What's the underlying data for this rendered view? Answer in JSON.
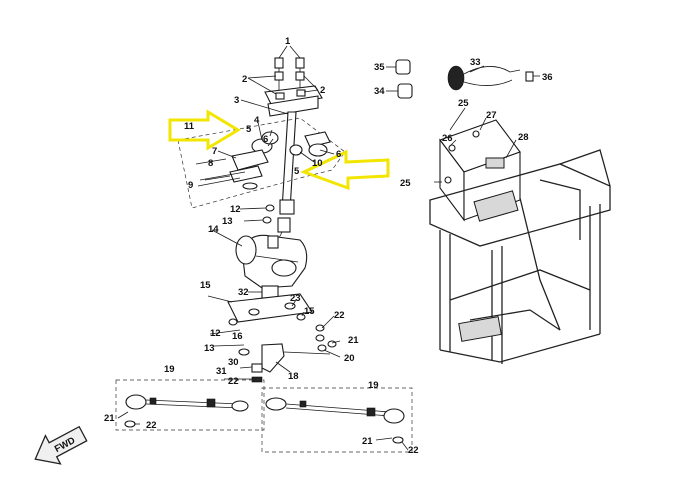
{
  "diagram": {
    "callouts": {
      "c1": "1",
      "c2a": "2",
      "c2b": "2",
      "c3": "3",
      "c4": "4",
      "c5a": "5",
      "c5b": "5",
      "c6a": "6",
      "c6b": "6",
      "c7": "7",
      "c8": "8",
      "c9": "9",
      "c10": "10",
      "c11": "11",
      "c12a": "12",
      "c12b": "12",
      "c13a": "13",
      "c13b": "13",
      "c14": "14",
      "c15a": "15",
      "c15b": "15",
      "c16": "16",
      "c18": "18",
      "c19a": "19",
      "c19b": "19",
      "c20": "20",
      "c21a": "21",
      "c21b": "21",
      "c21c": "21",
      "c22a": "22",
      "c22b": "22",
      "c22c": "22",
      "c22d": "22",
      "c23": "23",
      "c25a": "25",
      "c25b": "25",
      "c26": "26",
      "c27": "27",
      "c28": "28",
      "c30": "30",
      "c31": "31",
      "c32": "32",
      "c33": "33",
      "c34": "34",
      "c35": "35",
      "c36": "36"
    },
    "fwd_label": "FWD",
    "highlight_color": "#f2e600",
    "icons": [
      "arrow-icon",
      "fwd-arrow-icon"
    ]
  }
}
